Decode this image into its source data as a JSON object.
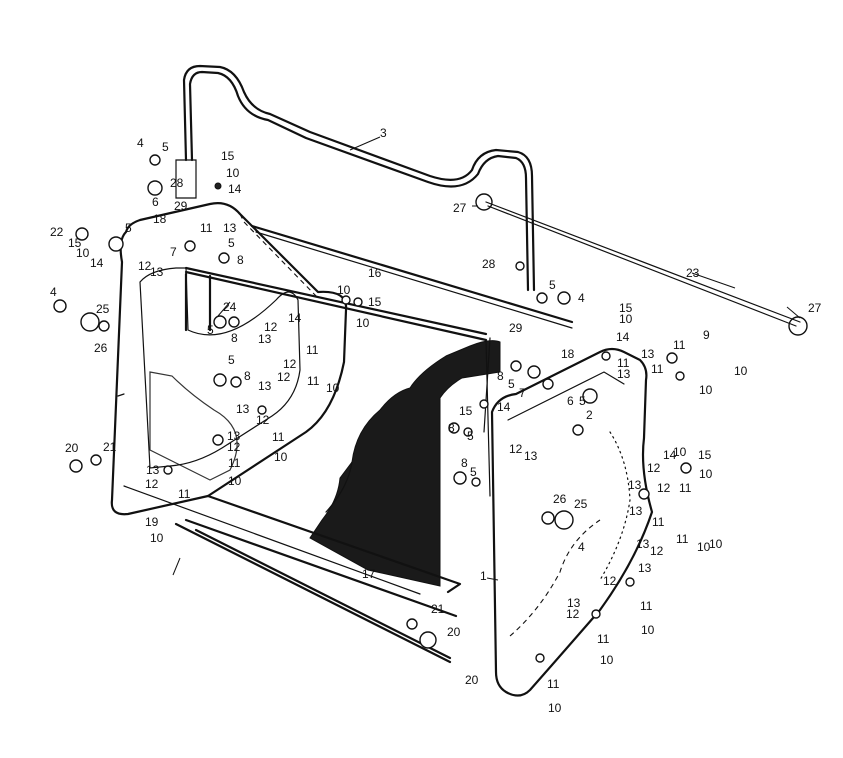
{
  "callouts": [
    {
      "id": "c3",
      "text": "3"
    },
    {
      "id": "c4a",
      "text": "4"
    },
    {
      "id": "c5a",
      "text": "5"
    },
    {
      "id": "c15a",
      "text": "15"
    },
    {
      "id": "c10a",
      "text": "10"
    },
    {
      "id": "c14a",
      "text": "14"
    },
    {
      "id": "c6a",
      "text": "6"
    },
    {
      "id": "c28a",
      "text": "28"
    },
    {
      "id": "c29a",
      "text": "29"
    },
    {
      "id": "c18a",
      "text": "18"
    },
    {
      "id": "c11a",
      "text": "11"
    },
    {
      "id": "c13a",
      "text": "13"
    },
    {
      "id": "c22a",
      "text": "22"
    },
    {
      "id": "c15b",
      "text": "15"
    },
    {
      "id": "c10b",
      "text": "10"
    },
    {
      "id": "c14b",
      "text": "14"
    },
    {
      "id": "c5b",
      "text": "5"
    },
    {
      "id": "c12a",
      "text": "12"
    },
    {
      "id": "c13b",
      "text": "13"
    },
    {
      "id": "c7a",
      "text": "7"
    },
    {
      "id": "c5c",
      "text": "5"
    },
    {
      "id": "c8a",
      "text": "8"
    },
    {
      "id": "c4b",
      "text": "4"
    },
    {
      "id": "c25a",
      "text": "25"
    },
    {
      "id": "c26a",
      "text": "26"
    },
    {
      "id": "c24",
      "text": "24"
    },
    {
      "id": "c5d",
      "text": "5"
    },
    {
      "id": "c8b",
      "text": "8"
    },
    {
      "id": "c12b",
      "text": "12"
    },
    {
      "id": "c14c",
      "text": "14"
    },
    {
      "id": "c13c",
      "text": "13"
    },
    {
      "id": "c11b",
      "text": "11"
    },
    {
      "id": "c12c",
      "text": "12"
    },
    {
      "id": "c5e",
      "text": "5"
    },
    {
      "id": "c8c",
      "text": "8"
    },
    {
      "id": "c13d",
      "text": "13"
    },
    {
      "id": "c12d",
      "text": "12"
    },
    {
      "id": "c11c",
      "text": "11"
    },
    {
      "id": "c10c",
      "text": "10"
    },
    {
      "id": "c13e",
      "text": "13"
    },
    {
      "id": "c12e",
      "text": "12"
    },
    {
      "id": "c11d",
      "text": "11"
    },
    {
      "id": "c13f",
      "text": "13"
    },
    {
      "id": "c12f",
      "text": "12"
    },
    {
      "id": "c11e",
      "text": "11"
    },
    {
      "id": "c10d",
      "text": "10"
    },
    {
      "id": "c20a",
      "text": "20"
    },
    {
      "id": "c21a",
      "text": "21"
    },
    {
      "id": "c13g",
      "text": "13"
    },
    {
      "id": "c12g",
      "text": "12"
    },
    {
      "id": "c11f",
      "text": "11"
    },
    {
      "id": "c10e",
      "text": "10"
    },
    {
      "id": "c19",
      "text": "19"
    },
    {
      "id": "c10f",
      "text": "10"
    },
    {
      "id": "c16",
      "text": "16"
    },
    {
      "id": "c10g",
      "text": "10"
    },
    {
      "id": "c15c",
      "text": "15"
    },
    {
      "id": "c10h",
      "text": "10"
    },
    {
      "id": "c27a",
      "text": "27"
    },
    {
      "id": "c28b",
      "text": "28"
    },
    {
      "id": "c5f",
      "text": "5"
    },
    {
      "id": "c4c",
      "text": "4"
    },
    {
      "id": "c29b",
      "text": "29"
    },
    {
      "id": "c23",
      "text": "23"
    },
    {
      "id": "c27b",
      "text": "27"
    },
    {
      "id": "c15d",
      "text": "15"
    },
    {
      "id": "c10i",
      "text": "10"
    },
    {
      "id": "c14d",
      "text": "14"
    },
    {
      "id": "c9",
      "text": "9"
    },
    {
      "id": "c13h",
      "text": "13"
    },
    {
      "id": "c11g",
      "text": "11"
    },
    {
      "id": "c11h",
      "text": "11"
    },
    {
      "id": "c10j",
      "text": "10"
    },
    {
      "id": "c10k",
      "text": "10"
    },
    {
      "id": "c18b",
      "text": "18"
    },
    {
      "id": "c11i",
      "text": "11"
    },
    {
      "id": "c13i",
      "text": "13"
    },
    {
      "id": "c8d",
      "text": "8"
    },
    {
      "id": "c5g",
      "text": "5"
    },
    {
      "id": "c7b",
      "text": "7"
    },
    {
      "id": "c5h",
      "text": "5"
    },
    {
      "id": "c6b",
      "text": "6"
    },
    {
      "id": "c2",
      "text": "2"
    },
    {
      "id": "c14e",
      "text": "14"
    },
    {
      "id": "c15e",
      "text": "15"
    },
    {
      "id": "c8e",
      "text": "8"
    },
    {
      "id": "c5i",
      "text": "5"
    },
    {
      "id": "c12h",
      "text": "12"
    },
    {
      "id": "c13j",
      "text": "13"
    },
    {
      "id": "c8f",
      "text": "8"
    },
    {
      "id": "c5j",
      "text": "5"
    },
    {
      "id": "c26b",
      "text": "26"
    },
    {
      "id": "c25b",
      "text": "25"
    },
    {
      "id": "c4d",
      "text": "4"
    },
    {
      "id": "c17",
      "text": "17"
    },
    {
      "id": "c1",
      "text": "1"
    },
    {
      "id": "c14f",
      "text": "14"
    },
    {
      "id": "c10l",
      "text": "10"
    },
    {
      "id": "c15f",
      "text": "15"
    },
    {
      "id": "c10m",
      "text": "10"
    },
    {
      "id": "c11j",
      "text": "11"
    },
    {
      "id": "c12i",
      "text": "12"
    },
    {
      "id": "c13k",
      "text": "13"
    },
    {
      "id": "c13l",
      "text": "13"
    },
    {
      "id": "c12j",
      "text": "12"
    },
    {
      "id": "c11k",
      "text": "11"
    },
    {
      "id": "c10n",
      "text": "10"
    },
    {
      "id": "c13m",
      "text": "13"
    },
    {
      "id": "c12k",
      "text": "12"
    },
    {
      "id": "c11l",
      "text": "11"
    },
    {
      "id": "c10o",
      "text": "10"
    },
    {
      "id": "c13n",
      "text": "13"
    },
    {
      "id": "c12l",
      "text": "12"
    },
    {
      "id": "c11m",
      "text": "11"
    },
    {
      "id": "c10p",
      "text": "10"
    },
    {
      "id": "c13o",
      "text": "13"
    },
    {
      "id": "c12m",
      "text": "12"
    },
    {
      "id": "c11n",
      "text": "11"
    },
    {
      "id": "c10q",
      "text": "10"
    },
    {
      "id": "c21b",
      "text": "21"
    },
    {
      "id": "c20b",
      "text": "20"
    },
    {
      "id": "c20c",
      "text": "20"
    },
    {
      "id": "c11o",
      "text": "11"
    },
    {
      "id": "c10r",
      "text": "10"
    }
  ]
}
